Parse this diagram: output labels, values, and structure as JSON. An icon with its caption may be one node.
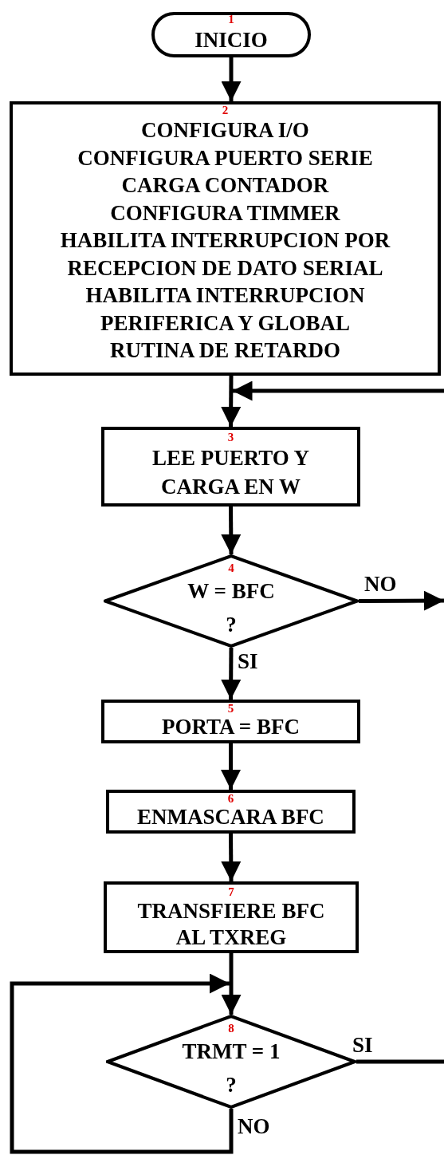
{
  "diagram": {
    "nodes": [
      {
        "text": [
          "1",
          "INICIO"
        ]
      },
      {
        "text": [
          "2",
          "CONFIGURA I/O",
          "CONFIGURA PUERTO SERIE",
          "CARGA CONTADOR",
          "CONFIGURA TIMMER",
          "HABILITA INTERRUPCION POR RECEPCION DE DATO SERIAL",
          "HABILITA INTERRUPCION PERIFERICA Y GLOBAL",
          "RUTINA DE RETARDO"
        ]
      },
      {
        "text": [
          "3",
          "LEE PUERTO Y CARGA EN W"
        ]
      },
      {
        "text": [
          "4",
          "W = BFC ?"
        ]
      },
      {
        "text": [
          "5",
          "PORTA = BFC"
        ]
      },
      {
        "text": [
          "6",
          "ENMASCARA BFC"
        ]
      },
      {
        "text": [
          "7",
          "TRANSFIERE BFC AL TXREG"
        ]
      },
      {
        "text": [
          "8",
          "TRMT = 1 ?"
        ]
      }
    ],
    "edges": [
      {
        "from": 0,
        "to": 1,
        "arrow": "to"
      },
      {
        "from": 1,
        "to": 2,
        "arrow": "to"
      },
      {
        "from": null,
        "to": 2,
        "arrow": "to"
      },
      {
        "from": 3,
        "to": null,
        "arrow": "to",
        "label": "NO"
      },
      {
        "from": 2,
        "to": 3,
        "arrow": "to"
      },
      {
        "from": 3,
        "to": 4,
        "arrow": "to",
        "label": "SI"
      },
      {
        "from": 4,
        "to": 5,
        "arrow": "to"
      },
      {
        "from": 5,
        "to": 6,
        "arrow": "to"
      },
      {
        "from": 6,
        "to": 7,
        "arrow": "to"
      },
      {
        "from": 7,
        "to": null,
        "arrow": "none",
        "label": "SI"
      },
      {
        "from": 7,
        "to": 7,
        "arrow": "to",
        "label": "NO"
      }
    ]
  }
}
